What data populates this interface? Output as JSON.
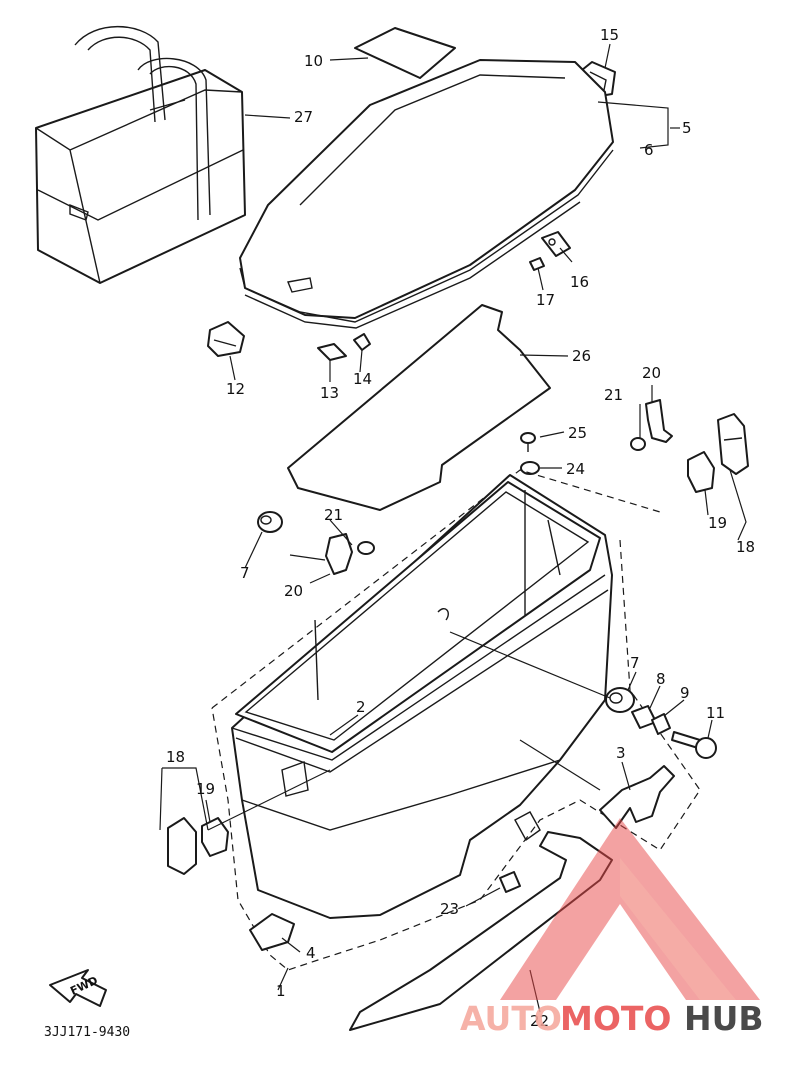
{
  "callouts": [
    {
      "id": "c1",
      "text": "1"
    },
    {
      "id": "c2",
      "text": "2"
    },
    {
      "id": "c3",
      "text": "3"
    },
    {
      "id": "c4",
      "text": "4"
    },
    {
      "id": "c5",
      "text": "5"
    },
    {
      "id": "c6",
      "text": "6"
    },
    {
      "id": "c7a",
      "text": "7"
    },
    {
      "id": "c7b",
      "text": "7"
    },
    {
      "id": "c8",
      "text": "8"
    },
    {
      "id": "c9",
      "text": "9"
    },
    {
      "id": "c10",
      "text": "10"
    },
    {
      "id": "c11",
      "text": "11"
    },
    {
      "id": "c12",
      "text": "12"
    },
    {
      "id": "c13",
      "text": "13"
    },
    {
      "id": "c14",
      "text": "14"
    },
    {
      "id": "c15",
      "text": "15"
    },
    {
      "id": "c16",
      "text": "16"
    },
    {
      "id": "c17",
      "text": "17"
    },
    {
      "id": "c18a",
      "text": "18"
    },
    {
      "id": "c18b",
      "text": "18"
    },
    {
      "id": "c19a",
      "text": "19"
    },
    {
      "id": "c19b",
      "text": "19"
    },
    {
      "id": "c20a",
      "text": "20"
    },
    {
      "id": "c20b",
      "text": "20"
    },
    {
      "id": "c21a",
      "text": "21"
    },
    {
      "id": "c21b",
      "text": "21"
    },
    {
      "id": "c22",
      "text": "22"
    },
    {
      "id": "c23",
      "text": "23"
    },
    {
      "id": "c24",
      "text": "24"
    },
    {
      "id": "c25",
      "text": "25"
    },
    {
      "id": "c26",
      "text": "26"
    },
    {
      "id": "c27",
      "text": "27"
    }
  ],
  "figure_code": "3JJ171-9430",
  "direction_marker": "FWD",
  "watermark": {
    "text_auto": "AUTO",
    "text_moto": "MOTO",
    "text_hub": "HUB",
    "accent_color": "#e84a4a",
    "light_color": "#f5a59a",
    "dark_color": "#2b2b2b"
  }
}
